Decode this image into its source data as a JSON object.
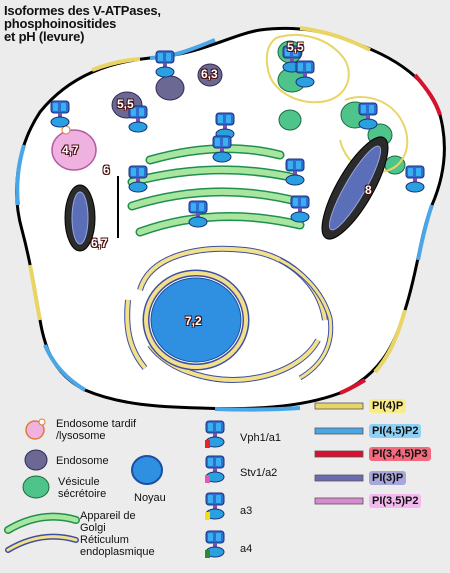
{
  "title": {
    "line1": "Isoformes des V-ATPases,",
    "line2": "phosphoinositides",
    "line3": "et pH (levure)"
  },
  "ph_labels": {
    "endosome_late": "4,7",
    "endosome_1": "5,5",
    "endosome_2": "6,3",
    "secretory": "5,5",
    "golgi_top": "6",
    "golgi_bottom": "6,7",
    "mito": "8",
    "nucleus": "7,2"
  },
  "legend_compartments": {
    "late_endosome": "Endosome tardif /lysosome",
    "endosome": "Endosome",
    "secretory": "Vésicule sécrétoire",
    "nucleus": "Noyau",
    "golgi": "Appareil de Golgi",
    "er": "Réticulum endoplasmique"
  },
  "legend_isoforms": [
    {
      "label": "Vph1/a1",
      "accent": "#e8222a"
    },
    {
      "label": "Stv1/a2",
      "accent": "#e05ab0"
    },
    {
      "label": "a3",
      "accent": "#f2dd1a"
    },
    {
      "label": "a4",
      "accent": "#2a8a3a"
    }
  ],
  "legend_lipids": [
    {
      "label": "PI(4)P",
      "color": "#e8d566",
      "fill": "#f7ec86"
    },
    {
      "label": "PI(4,5)P2",
      "color": "#4aa6e6",
      "fill": "#8fd0f7"
    },
    {
      "label": "PI(3,4,5)P3",
      "color": "#d6122f",
      "fill": "#f36a7f"
    },
    {
      "label": "PI(3)P",
      "color": "#6b6bb0",
      "fill": "#a7a7dc"
    },
    {
      "label": "PI(3,5)P2",
      "color": "#d88ad0",
      "fill": "#f3b8ee"
    }
  ],
  "colors": {
    "nucleus": "#2f8fe0",
    "golgi": "#a8e6a0",
    "secretory": "#4ec48a",
    "endosome": "#6c6894",
    "late_endosome": "#efb2e0",
    "mito": "#2b2b2b",
    "er": "#f3e08a"
  }
}
